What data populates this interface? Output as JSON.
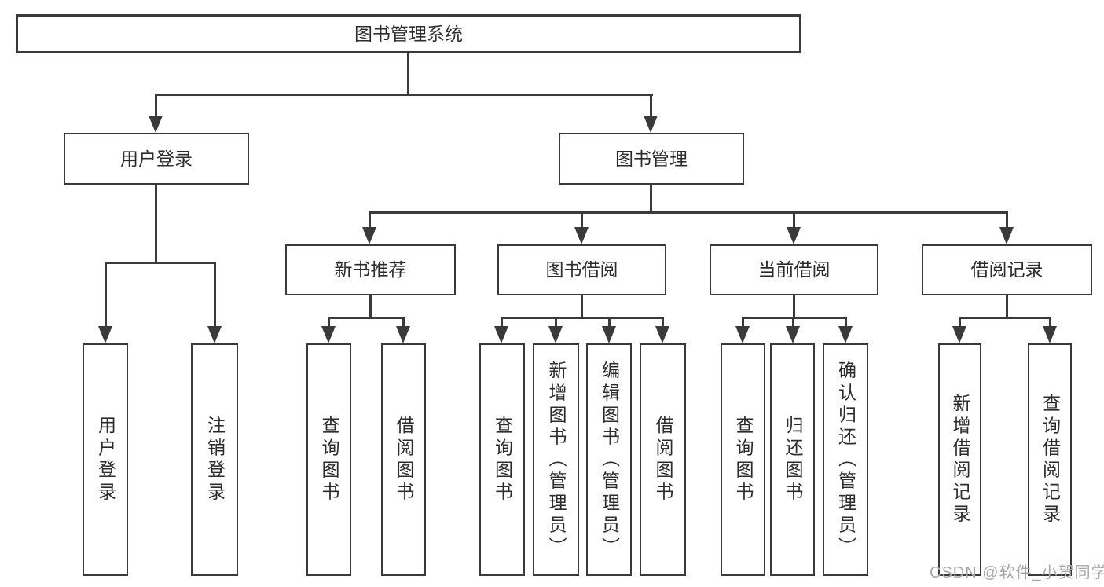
{
  "diagram_type": "hierarchy-tree",
  "watermark": "CSDN @软件_小贺同学",
  "colors": {
    "line": "#3a3a3a",
    "text": "#2c2c2c",
    "bg": "#ffffff",
    "watermark": "#a9a9a9"
  },
  "tree": {
    "root": {
      "label": "图书管理系统"
    },
    "children": [
      {
        "label": "用户登录",
        "children": [
          {
            "label": "用户登录"
          },
          {
            "label": "注销登录"
          }
        ]
      },
      {
        "label": "图书管理",
        "children": [
          {
            "label": "新书推荐",
            "children": [
              {
                "label": "查询图书"
              },
              {
                "label": "借阅图书"
              }
            ]
          },
          {
            "label": "图书借阅",
            "children": [
              {
                "label": "查询图书"
              },
              {
                "label": "新增图书（管理员）"
              },
              {
                "label": "编辑图书（管理员）"
              },
              {
                "label": "借阅图书"
              }
            ]
          },
          {
            "label": "当前借阅",
            "children": [
              {
                "label": "查询图书"
              },
              {
                "label": "归还图书"
              },
              {
                "label": "确认归还（管理员）"
              }
            ]
          },
          {
            "label": "借阅记录",
            "children": [
              {
                "label": "新增借阅记录"
              },
              {
                "label": "查询借阅记录"
              }
            ]
          }
        ]
      }
    ]
  }
}
